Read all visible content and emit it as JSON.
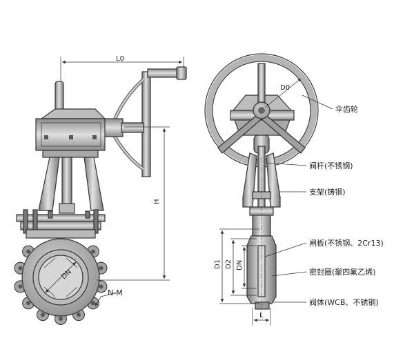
{
  "dimensions": {
    "L0": "L0",
    "H": "H",
    "D0": "D0",
    "DN_left": "DN",
    "N_M": "N-M",
    "D1": "D1",
    "D2": "D2",
    "DN": "DN",
    "L": "L"
  },
  "labels": {
    "bevel_gear": "伞齿轮",
    "stem": "阀杆(不锈钢)",
    "bracket": "支架(铸钢)",
    "gate": "闸板(不锈钢、2Cr13)",
    "seal": "密封圈(聚四氟乙烯)",
    "body": "阀体(WCB、不锈钢)"
  },
  "colors": {
    "metal_light": "#c8c8c8",
    "metal_mid": "#9a9a9a",
    "metal_dark": "#6e6e6e",
    "line": "#333333"
  }
}
